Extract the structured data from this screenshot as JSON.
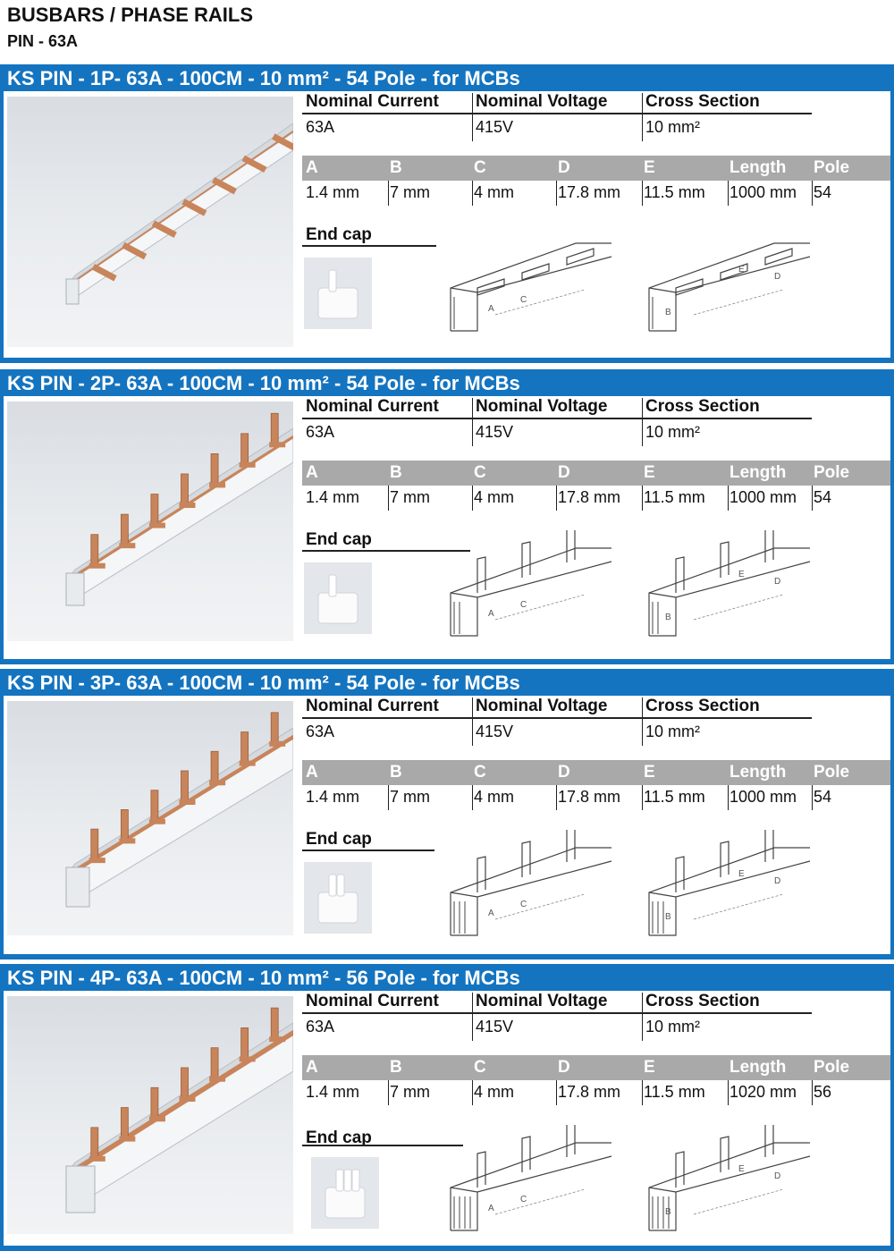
{
  "header": {
    "title": "BUSBARS / PHASE RAILS",
    "subtitle": "PIN - 63A"
  },
  "spec_labels": {
    "nominal_current": "Nominal Current",
    "nominal_voltage": "Nominal Voltage",
    "cross_section": "Cross Section",
    "end_cap": "End cap"
  },
  "dim_headers": [
    "A",
    "B",
    "C",
    "D",
    "E",
    "Length",
    "Pole"
  ],
  "diagram_letters": {
    "a": "A",
    "b": "B",
    "c": "C",
    "d": "D",
    "e": "E"
  },
  "colors": {
    "header_blue": "#1474c0",
    "dim_bar_gray": "#a9a9a9",
    "copper": "#c8845a"
  },
  "products": [
    {
      "title": "KS PIN - 1P- 63A - 100CM - 10 mm² - 54 Pole - for MCBs",
      "nominal_current": "63A",
      "nominal_voltage": "415V",
      "cross_section": "10  mm²",
      "dims": [
        "1.4 mm",
        "7 mm",
        "4 mm",
        "17.8 mm",
        "11.5 mm",
        "1000 mm",
        "54"
      ]
    },
    {
      "title": "KS PIN - 2P- 63A - 100CM - 10 mm² - 54 Pole - for MCBs",
      "nominal_current": "63A",
      "nominal_voltage": "415V",
      "cross_section": "10  mm²",
      "dims": [
        "1.4 mm",
        "7 mm",
        "4 mm",
        "17.8 mm",
        "11.5 mm",
        "1000 mm",
        "54"
      ]
    },
    {
      "title": "KS PIN - 3P- 63A - 100CM - 10 mm² - 54 Pole - for MCBs",
      "nominal_current": "63A",
      "nominal_voltage": "415V",
      "cross_section": "10  mm²",
      "dims": [
        "1.4 mm",
        "7 mm",
        "4 mm",
        "17.8 mm",
        "11.5 mm",
        "1000 mm",
        "54"
      ]
    },
    {
      "title": "KS PIN - 4P- 63A - 100CM - 10 mm² - 56 Pole - for MCBs",
      "nominal_current": "63A",
      "nominal_voltage": "415V",
      "cross_section": "10  mm²",
      "dims": [
        "1.4 mm",
        "7 mm",
        "4 mm",
        "17.8 mm",
        "11.5 mm",
        "1020 mm",
        "56"
      ]
    }
  ]
}
